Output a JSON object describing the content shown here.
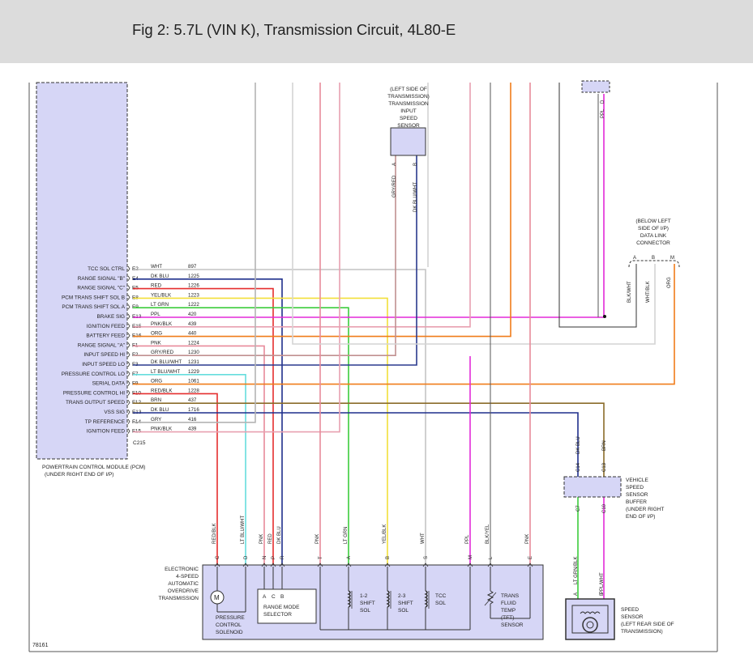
{
  "title": "Fig 2: 5.7L (VIN K), Transmission Circuit, 4L80-E",
  "figure_number": "78161",
  "pcm": {
    "name_lines": [
      "POWERTRAIN CONTROL MODULE (PCM)",
      "(UNDER RIGHT END OF I/P)"
    ],
    "connector": "C215",
    "pins": [
      {
        "label": "TCC SOL CTRL",
        "pin": "E2",
        "color": "WHT",
        "circuit": "897",
        "hex": "#c4c4c4"
      },
      {
        "label": "RANGE SIGNAL \"B\"",
        "pin": "E4",
        "color": "DK BLU",
        "circuit": "1225",
        "hex": "#1f2f8c"
      },
      {
        "label": "RANGE SIGNAL \"C\"",
        "pin": "E5",
        "color": "RED",
        "circuit": "1226",
        "hex": "#e52e2e"
      },
      {
        "label": "PCM TRANS SHIFT SOL B",
        "pin": "E8",
        "color": "YEL/BLK",
        "circuit": "1223",
        "hex": "#f2e03a"
      },
      {
        "label": "PCM TRANS SHIFT SOL A",
        "pin": "E9",
        "color": "LT GRN",
        "circuit": "1222",
        "hex": "#3ccc3c"
      },
      {
        "label": "BRAKE SIG",
        "pin": "E13",
        "color": "PPL",
        "circuit": "420",
        "hex": "#e32ad8"
      },
      {
        "label": "IGNITION FEED",
        "pin": "E15",
        "color": "PNK/BLK",
        "circuit": "439",
        "hex": "#e8a0b0"
      },
      {
        "label": "BATTERY FEED",
        "pin": "E16",
        "color": "ORG",
        "circuit": "440",
        "hex": "#f07c1a"
      },
      {
        "label": "RANGE SIGNAL \"A\"",
        "pin": "F1",
        "color": "PNK",
        "circuit": "1224",
        "hex": "#e88a9a"
      },
      {
        "label": "INPUT SPEED HI",
        "pin": "F2",
        "color": "GRY/RED",
        "circuit": "1230",
        "hex": "#c09090"
      },
      {
        "label": "INPUT SPEED LO",
        "pin": "F3",
        "color": "DK BLU/WHT",
        "circuit": "1231",
        "hex": "#2a3a8e"
      },
      {
        "label": "PRESSURE CONTROL LO",
        "pin": "F7",
        "color": "LT BLU/WHT",
        "circuit": "1229",
        "hex": "#66dddd"
      },
      {
        "label": "SERIAL DATA",
        "pin": "F9",
        "color": "ORG",
        "circuit": "1061",
        "hex": "#f07c1a"
      },
      {
        "label": "PRESSURE CONTROL HI",
        "pin": "F10",
        "color": "RED/BLK",
        "circuit": "1228",
        "hex": "#e52e2e"
      },
      {
        "label": "TRANS OUTPUT SPEED",
        "pin": "F12",
        "color": "BRN",
        "circuit": "437",
        "hex": "#8a6c2a"
      },
      {
        "label": "VSS SIG",
        "pin": "E13",
        "color": "DK BLU",
        "circuit": "1716",
        "hex": "#1f2f8c"
      },
      {
        "label": "TP REFERENCE",
        "pin": "F14",
        "color": "GRY",
        "circuit": "416",
        "hex": "#b4b4b4"
      },
      {
        "label": "IGNITION FEED",
        "pin": "F15",
        "color": "PNK/BLK",
        "circuit": "439",
        "hex": "#e8a0b0"
      }
    ]
  },
  "input_sensor": {
    "label_lines": [
      "(LEFT SIDE OF",
      "TRANSMISSION)",
      "TRANSMISSION",
      "INPUT",
      "SPEED",
      "SENSOR"
    ],
    "pin_a": "A",
    "pin_b": "B",
    "wire_a": "GRY/RED",
    "wire_b": "DK BLU/WHT"
  },
  "dlc": {
    "label_lines": [
      "(BELOW LEFT",
      "SIDE OF I/P)",
      "DATA LINK",
      "CONNECTOR"
    ],
    "pins": [
      "A",
      "B",
      "M"
    ],
    "wires": [
      "BLK/WHT",
      "WHT/BLK",
      "ORG"
    ]
  },
  "top_right": {
    "pin": "D",
    "wire": "PPL"
  },
  "vss_buffer": {
    "label_lines": [
      "VEHICLE",
      "SPEED",
      "SENSOR",
      "BUFFER",
      "(UNDER RIGHT",
      "END OF I/P)"
    ],
    "top_pins": [
      "C14",
      "C13"
    ],
    "top_wires": [
      "DK BLU",
      "BRN"
    ],
    "bottom_pins": [
      "C7",
      "C10"
    ]
  },
  "speed_sensor": {
    "label_lines": [
      "SPEED",
      "SENSOR",
      "(LEFT REAR SIDE OF",
      "TRANSMISSION)"
    ],
    "pin_a": "A",
    "pin_b": "B",
    "wire_a": "LT GRN/BLK",
    "wire_b": "PPL/WHT"
  },
  "transmission": {
    "label_lines": [
      "ELECTRONIC",
      "4-SPEED",
      "AUTOMATIC",
      "OVERDRIVE",
      "TRANSMISSION"
    ],
    "pins": [
      {
        "pin": "C",
        "wire": "RED/BLK"
      },
      {
        "pin": "D",
        "wire": "LT BLU/WHT"
      },
      {
        "pin": "N",
        "wire": "PNK"
      },
      {
        "pin": "P",
        "wire": "RED"
      },
      {
        "pin": "R",
        "wire": "DK BLU"
      },
      {
        "pin": "T",
        "wire": "PNK"
      },
      {
        "pin": "A",
        "wire": "LT GRN"
      },
      {
        "pin": "B",
        "wire": "YEL/BLK"
      },
      {
        "pin": "S",
        "wire": "WHT"
      },
      {
        "pin": "M",
        "wire": "PPL"
      },
      {
        "pin": "L",
        "wire": "BLK/YEL"
      },
      {
        "pin": "E",
        "wire": "PNK"
      }
    ],
    "pcs_label_lines": [
      "PRESSURE",
      "CONTROL",
      "SOLENOID"
    ],
    "motor_symbol": "M",
    "range_selector": {
      "pins": [
        "A",
        "C",
        "B"
      ],
      "label_lines": [
        "RANGE MODE",
        "SELECTOR"
      ]
    },
    "shift_sol_12": [
      "1-2",
      "SHIFT",
      "SOL"
    ],
    "shift_sol_23": [
      "2-3",
      "SHIFT",
      "SOL"
    ],
    "tcc_sol": [
      "TCC",
      "SOL"
    ],
    "tft_sensor": [
      "TRANS",
      "FLUID",
      "TEMP",
      "(TFT)",
      "SENSOR"
    ]
  },
  "colors": {
    "module_fill": "#d6d6f6",
    "module_stroke": "#333333",
    "frame": "#555555",
    "title_bar": "#dcdcdc"
  }
}
